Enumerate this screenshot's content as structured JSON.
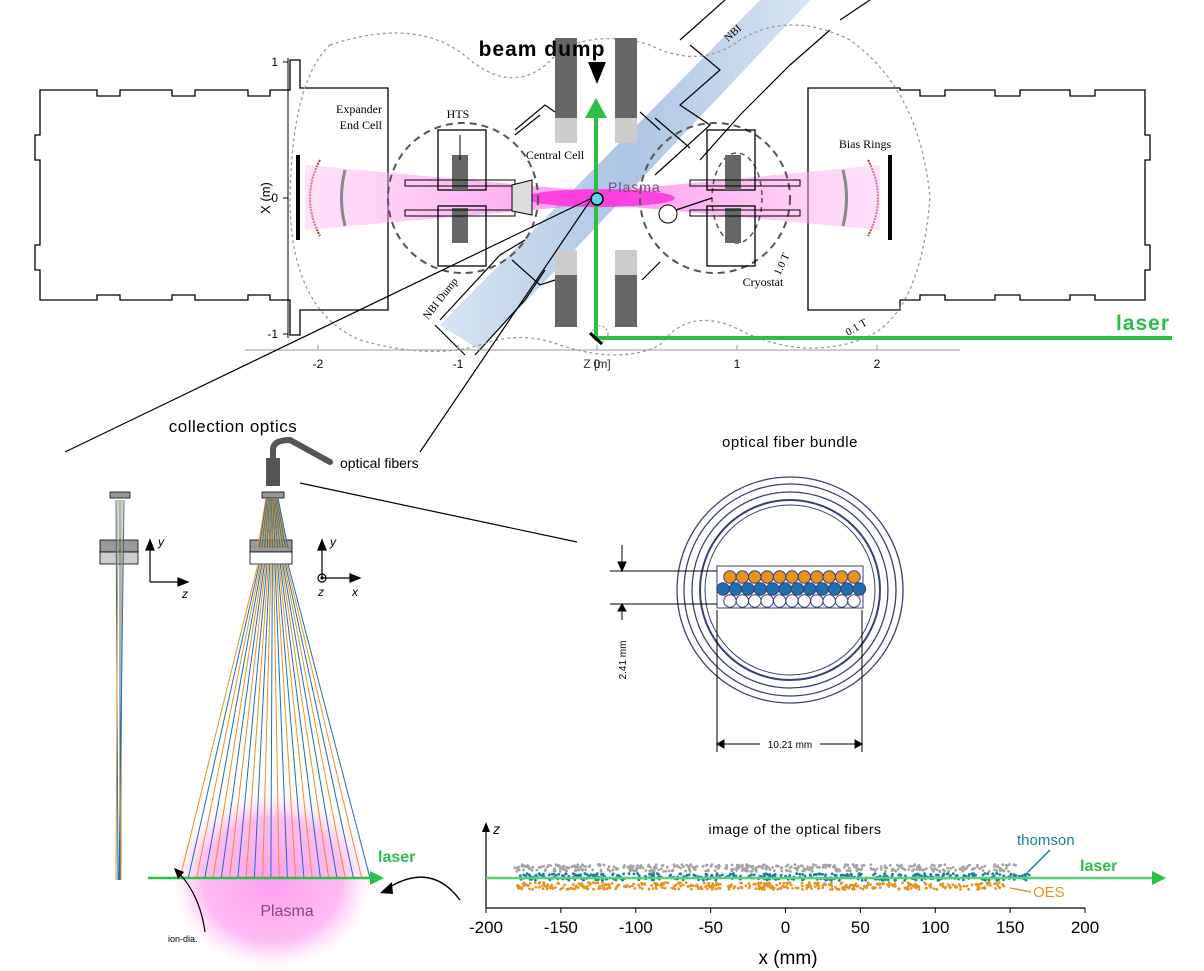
{
  "colors": {
    "plasma": "#ff33dd",
    "laser": "#22bb44",
    "beam": "#a9c4e2",
    "orange": "#e8931e",
    "blue": "#1f6fae",
    "fiber_ring": "#3a3f7a",
    "teal": "#1a7f9e",
    "gray_dot": "#a3a3a3"
  },
  "top": {
    "beam_dump": "beam dump",
    "nbi": "NBI",
    "expander_line1": "Expander",
    "expander_line2": "End Cell",
    "hts": "HTS",
    "central_cell": "Central Cell",
    "plasma": "Plasma",
    "bias_rings": "Bias Rings",
    "cryostat": "Cryostat",
    "field_1t": "1.0 T",
    "field_01t": "0.1 T",
    "nbi_dump": "NBI Dump",
    "laser": "laser",
    "y_axis_label": "X (m)",
    "y_ticks": [
      "1",
      "0",
      "-1"
    ],
    "x_axis_label": "Z [m]",
    "x_ticks": [
      "-2",
      "-1",
      "0",
      "1",
      "2"
    ]
  },
  "optics": {
    "title": "collection optics",
    "fibers_label": "optical fibers",
    "axes_left": {
      "up": "y",
      "right": "z"
    },
    "axes_right": {
      "up": "y",
      "out": "z",
      "right": "x"
    },
    "laser": "laser",
    "plasma": "Plasma",
    "ion_dia": "ion-dia."
  },
  "bundle": {
    "title": "optical fiber bundle",
    "height_dim": "2.41 mm",
    "width_dim": "10.21 mm"
  },
  "image_plot": {
    "title": "image of the optical fibers",
    "y_axis_label": "z",
    "thomson": "thomson",
    "oes": "OES",
    "laser": "laser",
    "x_axis_label": "x (mm)",
    "x_ticks": [
      "-200",
      "-150",
      "-100",
      "-50",
      "0",
      "50",
      "100",
      "150",
      "200"
    ]
  }
}
